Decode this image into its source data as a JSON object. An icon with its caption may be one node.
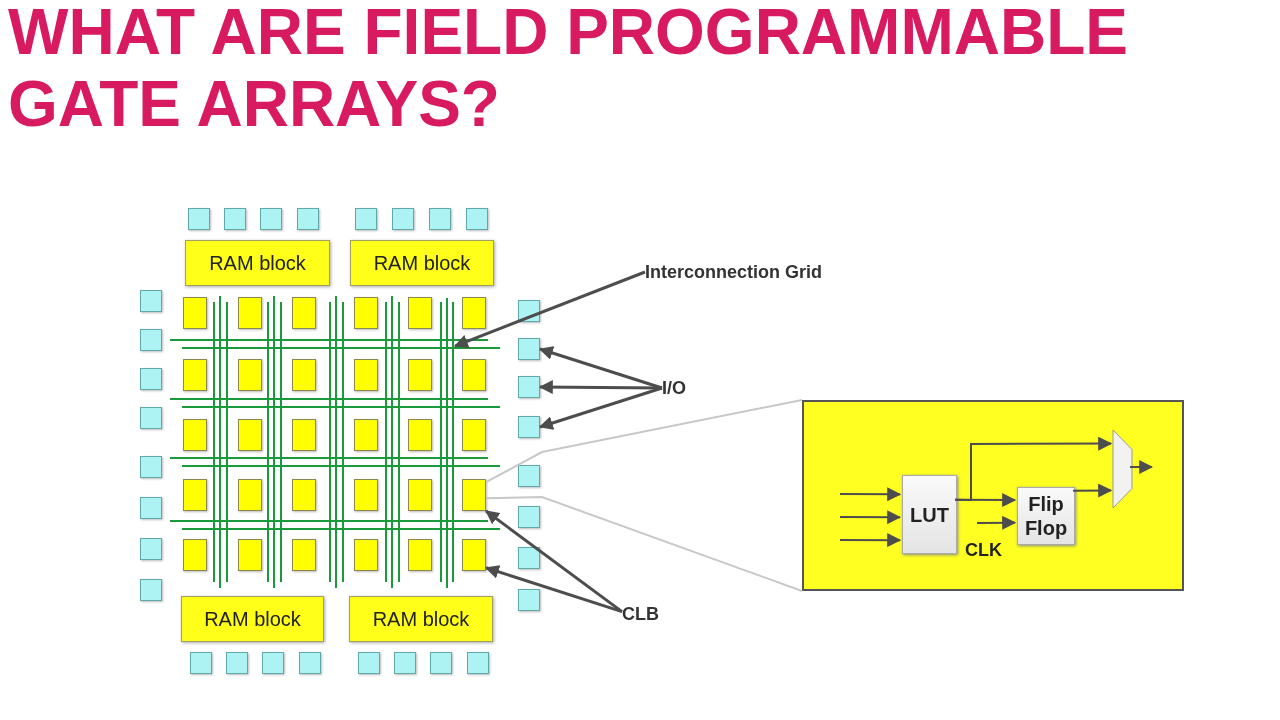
{
  "diagram": {
    "title": "WHAT ARE FIELD PROGRAMMABLE GATE ARRAYS?",
    "nodes": [
      {
        "text": [],
        "shape": "box"
      },
      {
        "text": [],
        "shape": "box"
      },
      {
        "text": [],
        "shape": "box"
      },
      {
        "text": [],
        "shape": "box"
      },
      {
        "text": [],
        "shape": "box"
      },
      {
        "text": [],
        "shape": "box"
      },
      {
        "text": [],
        "shape": "box"
      },
      {
        "text": [],
        "shape": "box"
      },
      {
        "text": [
          "RAM block"
        ]
      },
      {
        "text": [
          "RAM block"
        ]
      },
      {
        "text": [
          "Interconnection Grid"
        ]
      },
      {
        "text": [],
        "shape": "box"
      },
      {
        "text": [],
        "shape": "box"
      },
      {
        "text": [],
        "shape": "box"
      },
      {
        "text": [],
        "shape": "box"
      },
      {
        "text": [],
        "shape": "box"
      },
      {
        "text": [],
        "shape": "box"
      },
      {
        "text": [],
        "shape": "box"
      },
      {
        "text": [],
        "shape": "box"
      },
      {
        "text": [],
        "shape": "box"
      },
      {
        "text": [],
        "shape": "box"
      },
      {
        "text": [],
        "shape": "box"
      },
      {
        "text": [],
        "shape": "box"
      },
      {
        "text": [],
        "shape": "box"
      },
      {
        "text": [],
        "shape": "box"
      },
      {
        "text": [],
        "shape": "box"
      },
      {
        "text": [],
        "shape": "box"
      },
      {
        "text": [],
        "shape": "box"
      },
      {
        "text": [],
        "shape": "box"
      },
      {
        "text": [],
        "shape": "box"
      },
      {
        "text": [],
        "shape": "box"
      },
      {
        "text": [],
        "shape": "box"
      },
      {
        "text": [],
        "shape": "box"
      },
      {
        "text": [],
        "shape": "box"
      },
      {
        "text": [],
        "shape": "box"
      },
      {
        "text": [],
        "shape": "box"
      },
      {
        "text": [],
        "shape": "box"
      },
      {
        "text": [],
        "shape": "box"
      },
      {
        "text": [],
        "shape": "box"
      },
      {
        "text": [],
        "shape": "box"
      },
      {
        "text": [],
        "shape": "box"
      },
      {
        "text": [],
        "shape": "box"
      },
      {
        "text": [],
        "shape": "box"
      },
      {
        "text": [],
        "shape": "box"
      },
      {
        "text": [],
        "shape": "box"
      },
      {
        "text": [],
        "shape": "box"
      },
      {
        "text": [],
        "shape": "box"
      },
      {
        "text": [],
        "shape": "box"
      },
      {
        "text": [],
        "shape": "box"
      },
      {
        "text": [],
        "shape": "grid"
      },
      {
        "text": [],
        "shape": "box"
      },
      {
        "text": [],
        "shape": "box"
      },
      {
        "text": [],
        "shape": "box"
      },
      {
        "text": [],
        "shape": "box"
      },
      {
        "text": [],
        "shape": "box"
      },
      {
        "text": [],
        "shape": "box"
      },
      {
        "text": [],
        "shape": "box"
      },
      {
        "text": [],
        "shape": "box"
      },
      {
        "text": [
          "I/O"
        ]
      },
      {
        "text": [],
        "shape": "box"
      },
      {
        "text": [
          "LUT"
        ],
        "in": 59
      },
      {
        "text": [
          "Flip Flop"
        ],
        "in": 59
      },
      {
        "text": [],
        "shape": "trapezoid",
        "in": 59
      },
      {
        "text": [
          "CLB"
        ]
      },
      {
        "text": [
          "RAM block"
        ]
      },
      {
        "text": [
          "RAM block"
        ]
      },
      {
        "text": [],
        "shape": "box"
      },
      {
        "text": [],
        "shape": "box"
      },
      {
        "text": [],
        "shape": "box"
      },
      {
        "text": [],
        "shape": "box"
      },
      {
        "text": [],
        "shape": "box"
      },
      {
        "text": [],
        "shape": "box"
      },
      {
        "text": [],
        "shape": "box"
      },
      {
        "text": [],
        "shape": "box"
      }
    ],
    "edges": [
      {
        "from": 10,
        "to": 49,
        "arrow": "to"
      },
      {
        "from": 58,
        "to": 51,
        "arrow": "to"
      },
      {
        "from": 58,
        "to": 52,
        "arrow": "to"
      },
      {
        "from": 58,
        "to": 53,
        "arrow": "to"
      },
      {
        "from": 63,
        "to": 42,
        "arrow": "to"
      },
      {
        "from": 63,
        "to": 48,
        "arrow": "to"
      },
      {
        "from": 42,
        "to": 59,
        "arrow": "none",
        "color": "#c8c8c8"
      },
      {
        "from": 42,
        "to": 59,
        "arrow": "none",
        "color": "#c8c8c8"
      },
      {
        "from": null,
        "to": 60,
        "arrow": "to"
      },
      {
        "from": null,
        "to": 60,
        "arrow": "to"
      },
      {
        "from": null,
        "to": 60,
        "arrow": "to"
      },
      {
        "from": 60,
        "to": 61,
        "arrow": "to"
      },
      {
        "from": 60,
        "to": 62,
        "arrow": "to"
      },
      {
        "from": 61,
        "to": 62,
        "arrow": "to"
      },
      {
        "from": null,
        "to": 61,
        "arrow": "to"
      },
      {
        "from": 62,
        "to": null,
        "arrow": "to"
      }
    ],
    "labels": [
      "CLK"
    ]
  }
}
